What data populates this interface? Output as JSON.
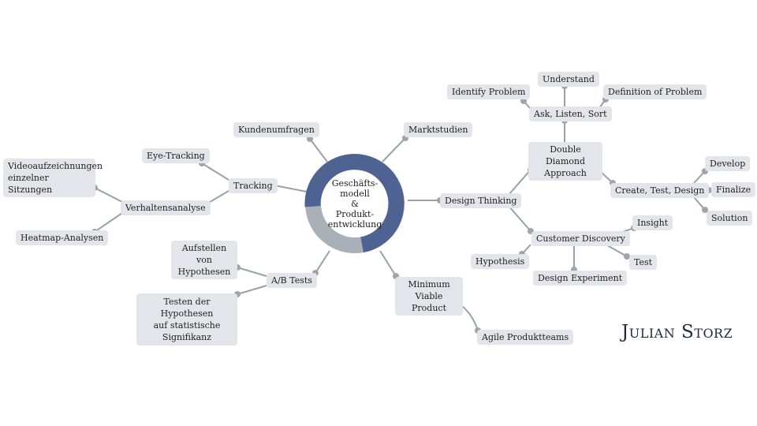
{
  "center": {
    "lines": [
      "Geschäfts-",
      "modell",
      "&",
      "Produkt-",
      "entwicklung"
    ]
  },
  "nodes": {
    "design_thinking": "Design Thinking",
    "double_diamond": [
      "Double Diamond",
      "Approach"
    ],
    "ask_listen_sort": "Ask, Listen, Sort",
    "understand": "Understand",
    "identify_problem": "Identify Problem",
    "definition_of_problem": "Definition of Problem",
    "create_test_design": "Create, Test, Design",
    "develop": "Develop",
    "finalize": "Finalize",
    "solution": "Solution",
    "customer_discovery": "Customer Discovery",
    "insight": "Insight",
    "test": "Test",
    "design_experiment": "Design Experiment",
    "hypothesis": "Hypothesis",
    "mvp": [
      "Minimum Viable",
      "Product"
    ],
    "agile_teams": "Agile Produktteams",
    "marktstudien": "Marktstudien",
    "kundenumfragen": "Kundenumfragen",
    "tracking": "Tracking",
    "eye_tracking": "Eye-Tracking",
    "verhaltensanalyse": "Verhaltensanalyse",
    "video": [
      "Videoaufzeichnungen",
      "einzelner Sitzungen"
    ],
    "heatmap": "Heatmap-Analysen",
    "ab_tests": "A/B Tests",
    "aufstellen": [
      "Aufstellen von",
      "Hypothesen"
    ],
    "testen": [
      "Testen der Hypothesen",
      "auf statistische",
      "Signifikanz"
    ]
  },
  "brand": {
    "name": "Julian Storz"
  },
  "colors": {
    "ring_primary": "#4f6393",
    "ring_secondary": "#a9b0b8",
    "node_bg": "#e2e5ea",
    "connector": "#9aa0a6",
    "dot": "#a0a5ab"
  }
}
